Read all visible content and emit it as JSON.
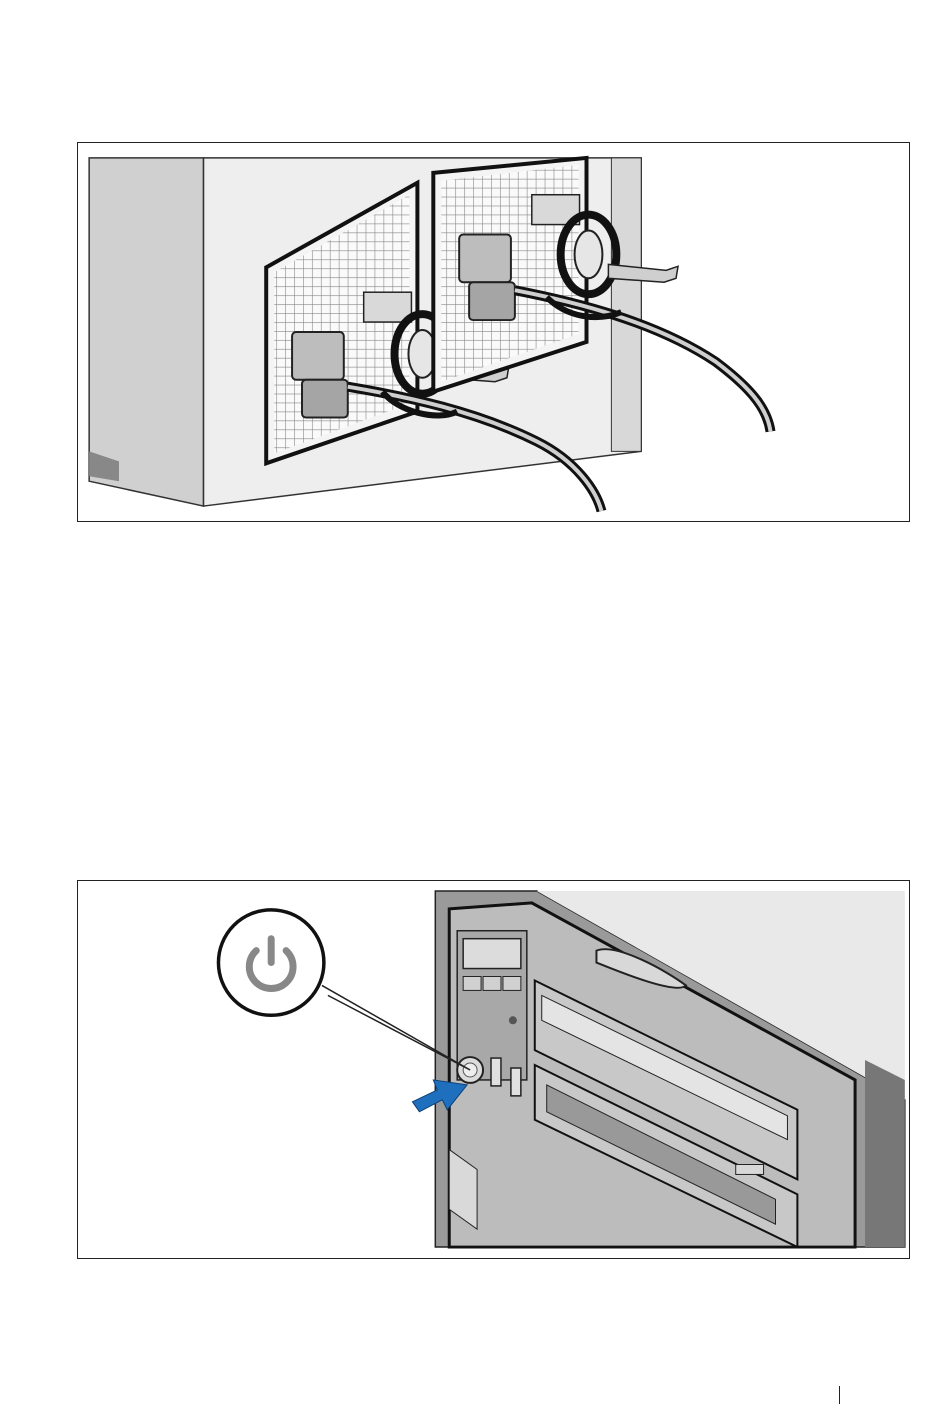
{
  "figures": [
    {
      "subject": "power-cable-connection",
      "items": [
        "power-supply-1",
        "power-supply-2",
        "power-cable-retention-loop"
      ]
    },
    {
      "subject": "power-button-press",
      "items": [
        "power-icon-callout",
        "power-button",
        "press-arrow"
      ]
    }
  ],
  "colors": {
    "arrow": "#1f6fbf",
    "line": "#222222",
    "panel_gray": "#8c8c8c",
    "light_gray": "#d4d4d4"
  },
  "icons": [
    "power-icon",
    "arrow-icon"
  ]
}
